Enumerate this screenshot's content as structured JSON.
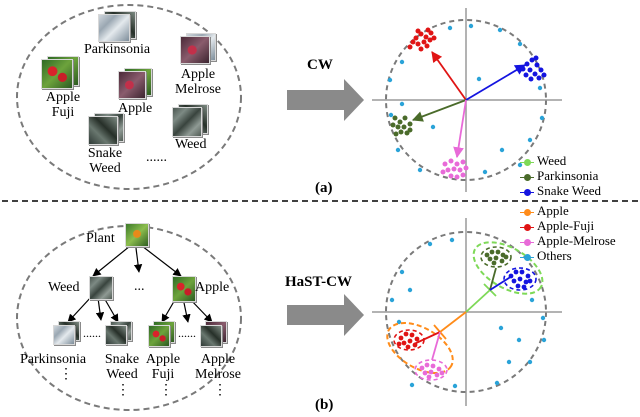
{
  "panel_a": {
    "hierarchy_labels": {
      "parkinsonia": "Parkinsonia",
      "apple_fuji": "Apple Fuji",
      "apple": "Apple",
      "apple_melrose": "Apple Melrose",
      "snake_weed": "Snake Weed",
      "ellipsis": "......",
      "weed": "Weed"
    },
    "method_label": "CW",
    "caption": "(a)"
  },
  "panel_b": {
    "tree_labels": {
      "plant": "Plant",
      "weed": "Weed",
      "ellipsis_mid": "...",
      "apple": "Apple",
      "parkinsonia": "Parkinsonia",
      "snake_weed": "Snake Weed",
      "apple_fuji": "Apple Fuji",
      "apple_melrose": "Apple Melrose",
      "vdots": "⋮"
    },
    "method_label": "HaST-CW",
    "caption": "(b)"
  },
  "legend": [
    {
      "label": "Weed",
      "color": "#7ed957"
    },
    {
      "label": "Parkinsonia",
      "color": "#4a6b2a"
    },
    {
      "label": "Snake Weed",
      "color": "#1414e0"
    },
    {
      "label": "Apple",
      "color": "#ff8c1a"
    },
    {
      "label": "Apple-Fuji",
      "color": "#e01414"
    },
    {
      "label": "Apple-Melrose",
      "color": "#e86ad8"
    },
    {
      "label": "Others",
      "color": "#2aa3d8"
    }
  ],
  "colors": {
    "arrow_fill": "#8a8a8a",
    "divider": "#000000",
    "circle_dash": "#7a7a7a"
  }
}
